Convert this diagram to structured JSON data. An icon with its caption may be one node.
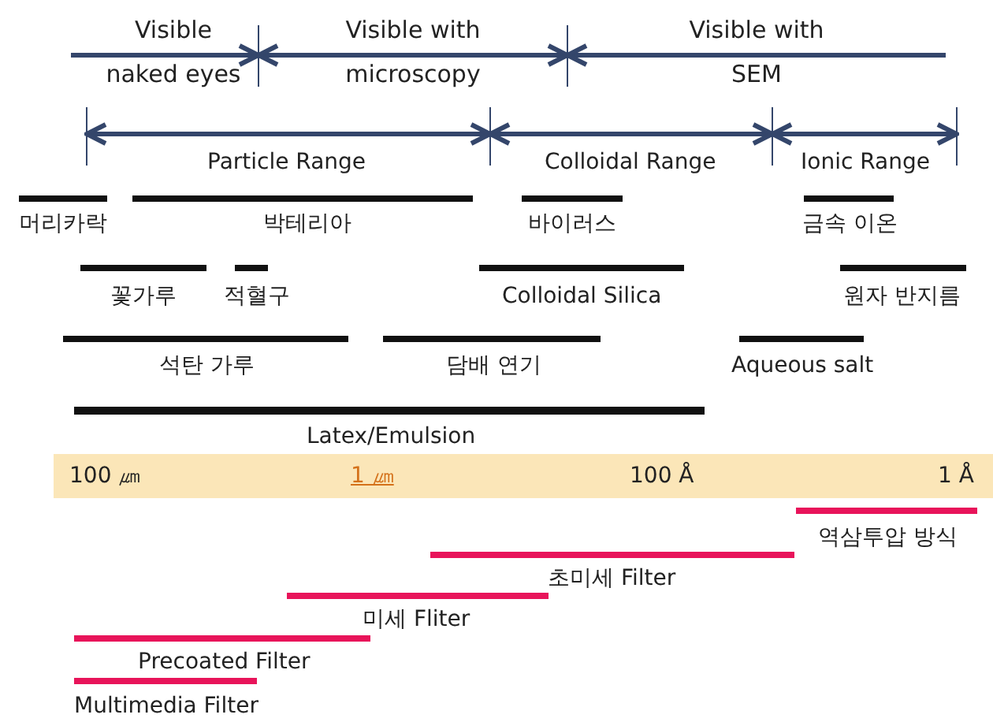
{
  "diagram": {
    "labels": [
      "Visible naked eyes",
      "Visible with microscopy",
      "Visible with SEM",
      "Particle Range",
      "Colloidal Range",
      "Ionic Range",
      "머리카락",
      "박테리아",
      "바이러스",
      "금속 이온",
      "꽃가루",
      "적혈구",
      "Colloidal Silica",
      "원자 반지름",
      "석탄 가루",
      "담배 연기",
      "Aqueous salt",
      "Latex/Emulsion",
      "100 ㎛",
      "1 ㎛",
      "100 Å",
      "1 Å",
      "역삼투압 방식",
      "초미세 Filter",
      "미세 Fliter",
      "Precoated Filter",
      "Multimedia Filter"
    ]
  }
}
